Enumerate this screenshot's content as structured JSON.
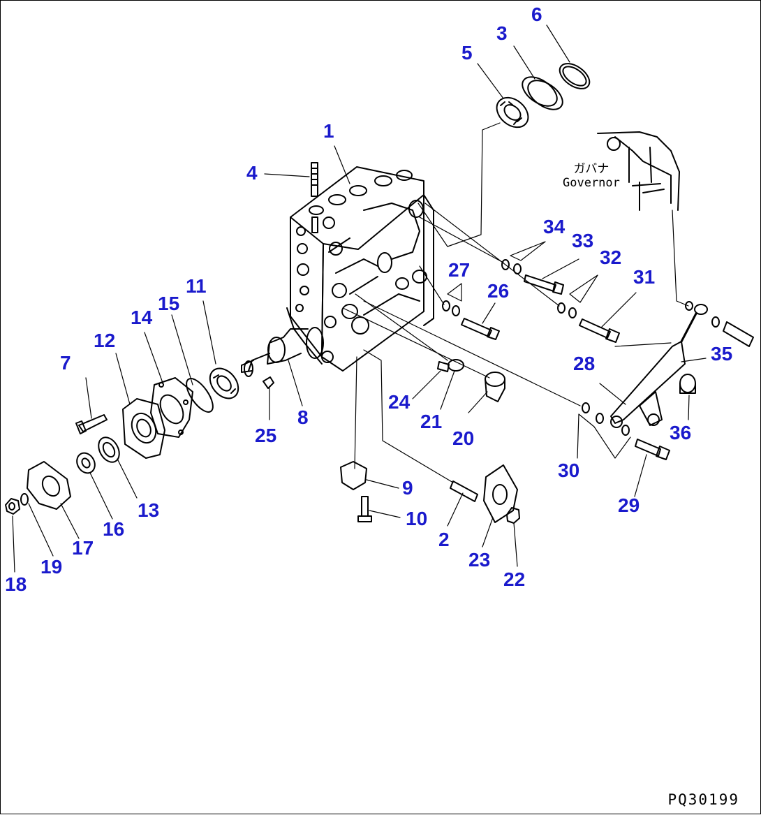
{
  "callouts": {
    "p1": "1",
    "p2": "2",
    "p3": "3",
    "p4": "4",
    "p5": "5",
    "p6": "6",
    "p7": "7",
    "p8": "8",
    "p9": "9",
    "p10": "10",
    "p11": "11",
    "p12": "12",
    "p13": "13",
    "p14": "14",
    "p15": "15",
    "p16": "16",
    "p17": "17",
    "p18": "18",
    "p19": "19",
    "p20": "20",
    "p21": "21",
    "p22": "22",
    "p23": "23",
    "p24": "24",
    "p25": "25",
    "p26": "26",
    "p27": "27",
    "p28": "28",
    "p29": "29",
    "p30": "30",
    "p31": "31",
    "p32": "32",
    "p33": "33",
    "p34": "34",
    "p35": "35",
    "p36": "36"
  },
  "governor_label": {
    "jp": "ガバナ",
    "en": "Governor"
  },
  "drawing_id": "PQ30199",
  "colors": {
    "callout": "#1a1acc",
    "line": "#000000",
    "background": "#ffffff"
  }
}
